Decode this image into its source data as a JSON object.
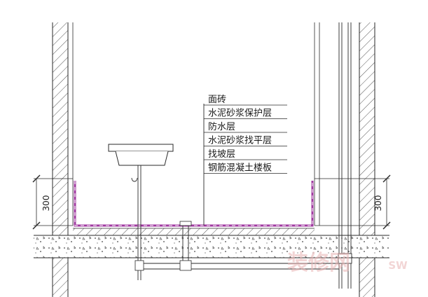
{
  "callout": {
    "layers": [
      "面砖",
      "水泥砂浆保护层",
      "防水层",
      "水泥砂浆找平层",
      "找坡层",
      "钢筋混凝土楼板"
    ]
  },
  "dimensions": {
    "left_label": "300",
    "right_label": "300"
  },
  "watermark": {
    "main": "装修网",
    "sub": "SW"
  },
  "colors": {
    "line": "#2a2a2a",
    "membrane": "#a03aa0",
    "watermark": "#e8b3b3"
  }
}
